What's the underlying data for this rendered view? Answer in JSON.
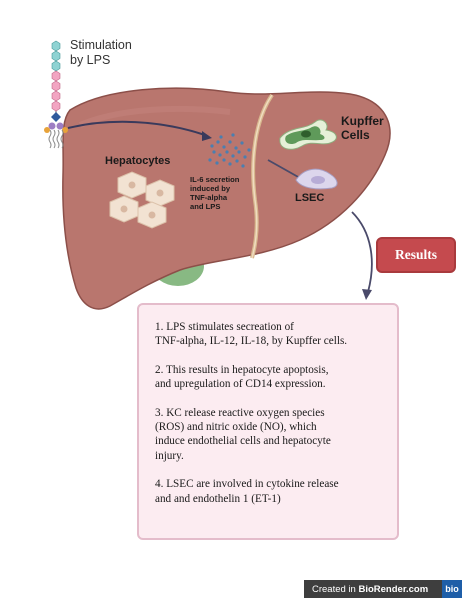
{
  "stimulation": {
    "line1": "Stimulation",
    "line2": "by LPS"
  },
  "labels": {
    "hepatocytes": "Hepatocytes",
    "il6": [
      "IL-6 secretion",
      "induced by",
      "TNF-alpha",
      "and LPS"
    ],
    "kupffer": [
      "Kupffer",
      "Cells"
    ],
    "lsec": "LSEC"
  },
  "results_button": "Results",
  "results": [
    [
      "1. LPS stimulates secreation of",
      "TNF-alpha, IL-12, IL-18, by Kupffer cells."
    ],
    [
      "2. This results in hepatocyte apoptosis,",
      "and upregulation of CD14 expression."
    ],
    [
      "3. KC release reactive oxygen species",
      "(ROS) and nitric oxide (NO), which",
      "induce endothelial cells and hepatocyte",
      "injury."
    ],
    [
      "4. LSEC are involved in cytokine release",
      "and and endothelin 1 (ET-1)"
    ]
  ],
  "footer": {
    "prefix": "Created in ",
    "brand": "BioRender.com",
    "logo": "bio"
  },
  "colors": {
    "liver": "#b9766e",
    "liver_dark": "#8c4f49",
    "gallbladder": "#88b983",
    "kupffer_cell": "#5f9a5a",
    "lsec_cell": "#dcd6ec",
    "results_button": "#c54a4e",
    "results_box": "#fcecf1"
  }
}
